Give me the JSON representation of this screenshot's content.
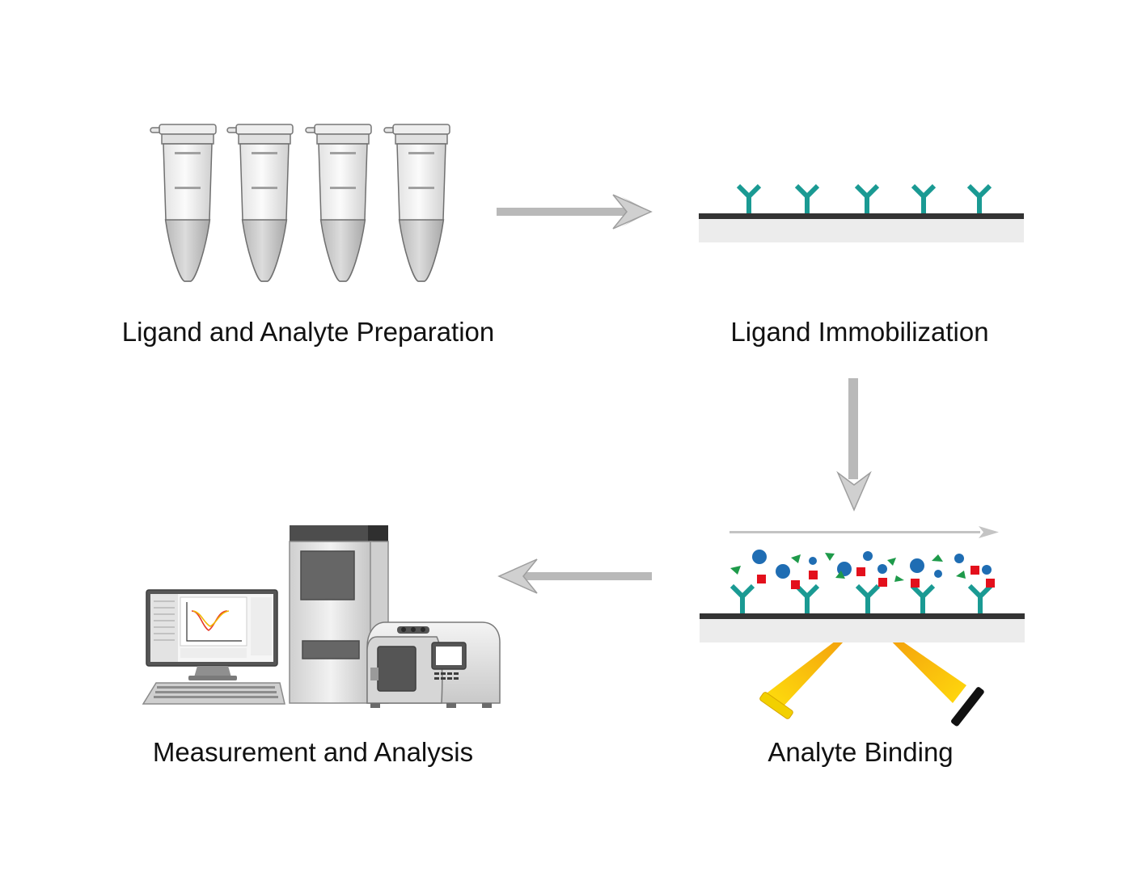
{
  "steps": [
    {
      "id": "preparation",
      "label": "Ligand and Analyte Preparation"
    },
    {
      "id": "immobilization",
      "label": "Ligand Immobilization"
    },
    {
      "id": "binding",
      "label": "Analyte Binding"
    },
    {
      "id": "analysis",
      "label": "Measurement and Analysis"
    }
  ],
  "colors": {
    "antibody": "#1a9a93",
    "surface": "#333333",
    "substrate": "#ececec",
    "arrow": "#b9b9b9",
    "analyte_circle": "#1f6db3",
    "analyte_square": "#e3101c",
    "analyte_triangle": "#1e9a4a",
    "light_beam": "#f5c400"
  },
  "icons": [
    "tube-icon",
    "antibody-icon",
    "instrument-icon",
    "computer-icon",
    "light-source-icon",
    "detector-icon"
  ]
}
